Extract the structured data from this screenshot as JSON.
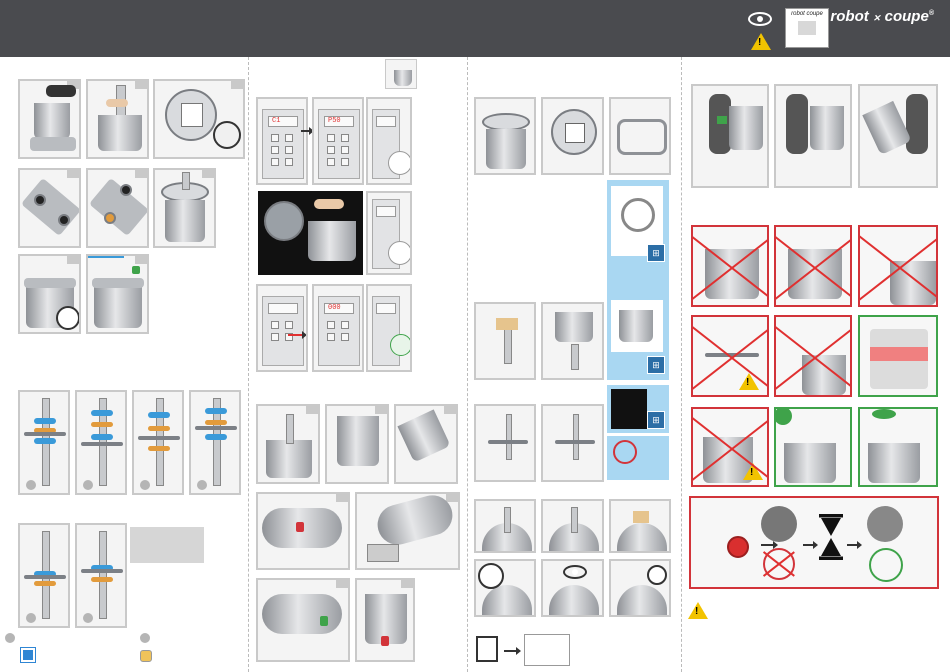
{
  "header": {
    "brand_name": "robot",
    "brand_name_2": "coupe",
    "brand_mark": "®",
    "icons": [
      "eye-icon",
      "warning-icon",
      "manual-icon"
    ],
    "manual_title": "robot coupe",
    "colors": {
      "bar": "#4a4b4f",
      "brand": "#ffffff",
      "warning": "#f2c300"
    }
  },
  "col2": {
    "step1_display": "C1",
    "step2_display": "P50",
    "step3_display": "000"
  },
  "col4": {
    "colors": {
      "forbidden": "#d2343a",
      "allowed": "#3fa34a"
    }
  },
  "footer_warning_icon": "warning-icon"
}
